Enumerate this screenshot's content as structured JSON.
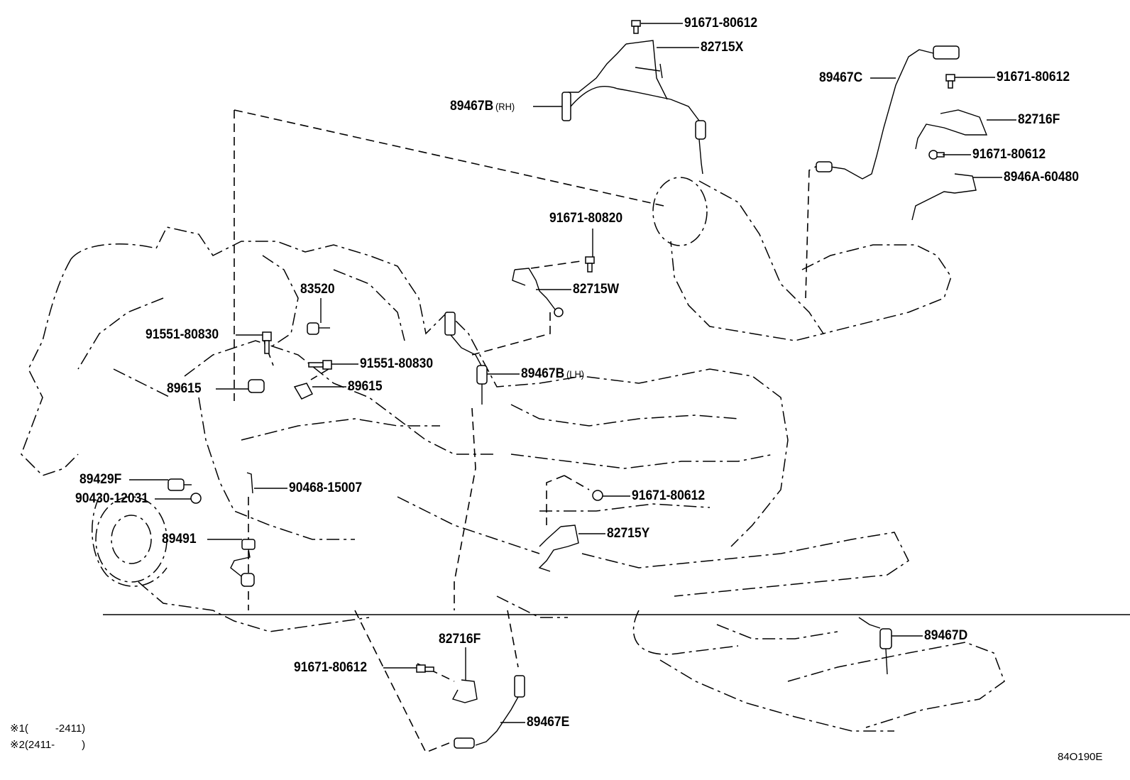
{
  "labels": [
    {
      "id": "p91671-80612-top",
      "text": "91671-80612"
    },
    {
      "id": "p82715X",
      "text": "82715X"
    },
    {
      "id": "p89467B-rh",
      "text": "89467B",
      "sub": "(RH)"
    },
    {
      "id": "p89467C",
      "text": "89467C"
    },
    {
      "id": "p91671-80612-c1",
      "text": "91671-80612"
    },
    {
      "id": "p82716F-top",
      "text": "82716F"
    },
    {
      "id": "p91671-80612-c2",
      "text": "91671-80612"
    },
    {
      "id": "p8946A-60480",
      "text": "8946A-60480"
    },
    {
      "id": "p91671-80820",
      "text": "91671-80820"
    },
    {
      "id": "p82715W",
      "text": "82715W"
    },
    {
      "id": "p83520",
      "text": "83520"
    },
    {
      "id": "p91551-80830-a",
      "text": "91551-80830"
    },
    {
      "id": "p91551-80830-b",
      "text": "91551-80830"
    },
    {
      "id": "p89615-a",
      "text": "89615"
    },
    {
      "id": "p89615-b",
      "text": "89615"
    },
    {
      "id": "p89467B-lh",
      "text": "89467B",
      "sub": "(LH)"
    },
    {
      "id": "p89429F",
      "text": "89429F"
    },
    {
      "id": "p90430-12031",
      "text": "90430-12031"
    },
    {
      "id": "p90468-15007",
      "text": "90468-15007"
    },
    {
      "id": "p91671-80612-mid",
      "text": "91671-80612"
    },
    {
      "id": "p89491",
      "text": "89491"
    },
    {
      "id": "p82715Y",
      "text": "82715Y"
    },
    {
      "id": "p82716F-bot",
      "text": "82716F"
    },
    {
      "id": "p91671-80612-bot",
      "text": "91671-80612"
    },
    {
      "id": "p89467D",
      "text": "89467D"
    },
    {
      "id": "p89467E",
      "text": "89467E"
    }
  ],
  "notes": [
    {
      "mark": "※1",
      "open": "(",
      "range": "-2411)"
    },
    {
      "mark": "※2",
      "open": "(2411-",
      "range": ")"
    }
  ],
  "figure_code": "84O190E"
}
